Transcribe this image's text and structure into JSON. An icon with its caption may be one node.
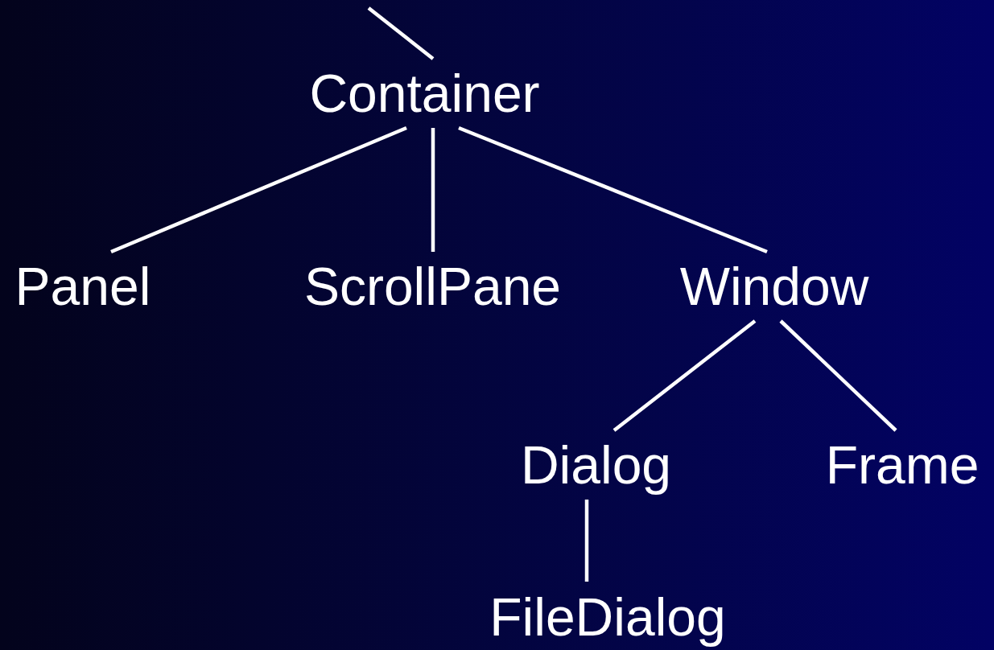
{
  "diagram": {
    "nodes": [
      {
        "text": [
          "Container"
        ]
      },
      {
        "text": [
          "Panel"
        ]
      },
      {
        "text": [
          "ScrollPane"
        ]
      },
      {
        "text": [
          "Window"
        ]
      },
      {
        "text": [
          "Dialog"
        ]
      },
      {
        "text": [
          "Frame"
        ]
      },
      {
        "text": [
          "FileDialog"
        ]
      }
    ],
    "edges": [
      {
        "from": null,
        "to": 0,
        "arrow": "none"
      },
      {
        "from": 0,
        "to": 1,
        "arrow": "none"
      },
      {
        "from": 0,
        "to": 2,
        "arrow": "none"
      },
      {
        "from": 0,
        "to": 3,
        "arrow": "none"
      },
      {
        "from": 3,
        "to": 4,
        "arrow": "none"
      },
      {
        "from": 3,
        "to": 5,
        "arrow": "none"
      },
      {
        "from": 4,
        "to": 6,
        "arrow": "none"
      }
    ]
  }
}
